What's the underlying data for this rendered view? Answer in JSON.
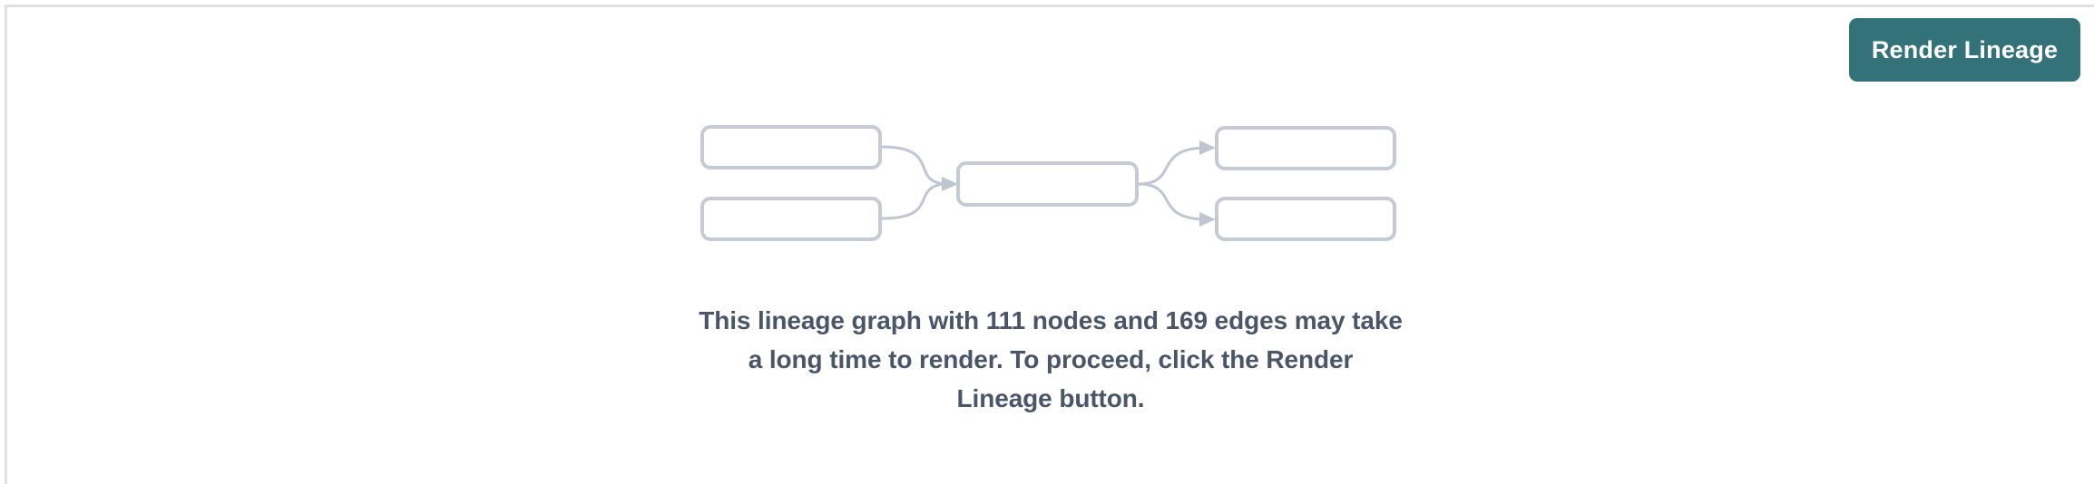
{
  "theme": {
    "background": "#ffffff",
    "border_color": "#dfe1e6",
    "accent": "#337278",
    "node_stroke": "#c5cbd5",
    "edge_stroke": "#bfc6d1",
    "text_color": "#4a5568"
  },
  "toolbar": {
    "render_lineage_label": "Render Lineage"
  },
  "graph": {
    "node_count": 111,
    "edge_count": 169,
    "placeholder_nodes": [
      {
        "id": "left-top",
        "label": ""
      },
      {
        "id": "left-bottom",
        "label": ""
      },
      {
        "id": "center",
        "label": ""
      },
      {
        "id": "right-top",
        "label": ""
      },
      {
        "id": "right-bottom",
        "label": ""
      }
    ],
    "placeholder_edges": [
      {
        "from": "left-top",
        "to": "center"
      },
      {
        "from": "left-bottom",
        "to": "center"
      },
      {
        "from": "center",
        "to": "right-top"
      },
      {
        "from": "center",
        "to": "right-bottom"
      }
    ]
  },
  "message": {
    "text": "This lineage graph with 111 nodes and 169 edges may take a long time to render. To proceed, click the Render Lineage button."
  }
}
